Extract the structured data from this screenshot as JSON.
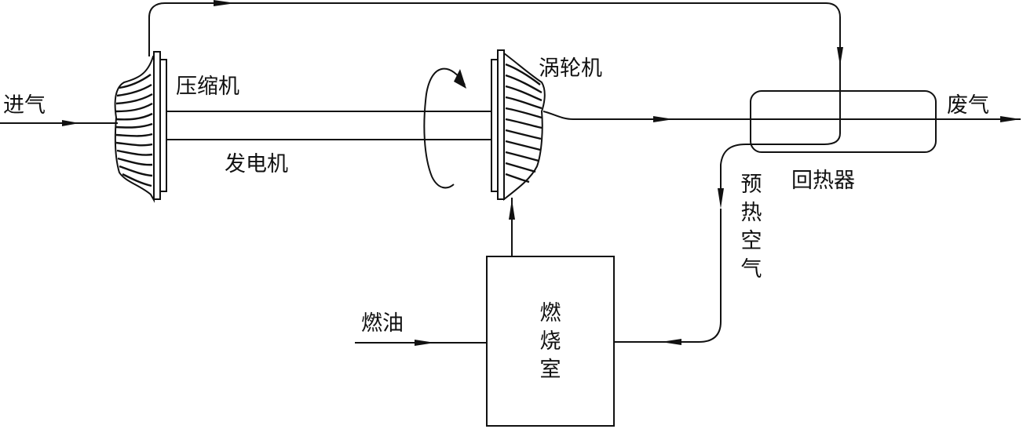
{
  "labels": {
    "inlet_air": "进气",
    "compressor": "压缩机",
    "generator": "发电机",
    "turbine": "涡轮机",
    "exhaust": "废气",
    "recuperator": "回热器",
    "preheated_air": "预热空气",
    "fuel": "燃油",
    "combustor": "燃烧室"
  }
}
